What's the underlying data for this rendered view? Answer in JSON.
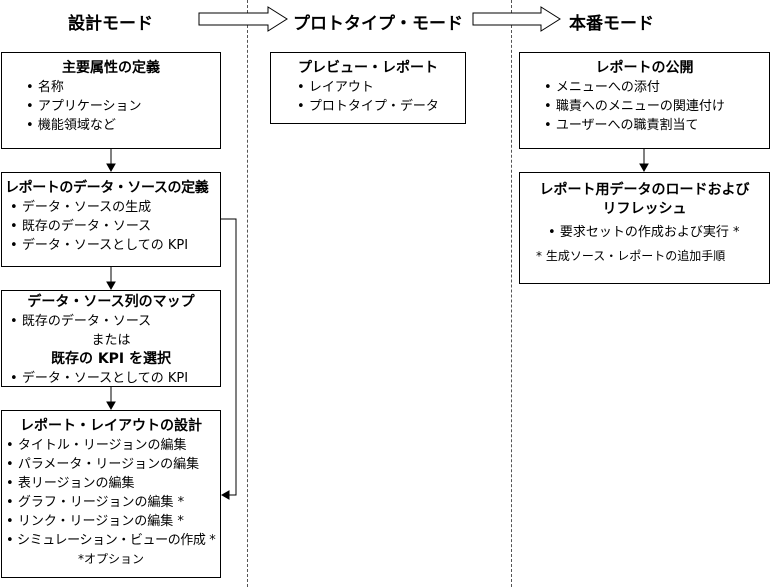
{
  "columns": {
    "design": {
      "heading": "設計モード"
    },
    "prototype": {
      "heading": "プロトタイプ・モード"
    },
    "production": {
      "heading": "本番モード"
    }
  },
  "design_boxes": [
    {
      "title": "主要属性の定義",
      "items": [
        "名称",
        "アプリケーション",
        "機能領域など"
      ]
    },
    {
      "title": "レポートのデータ・ソースの定義",
      "items": [
        "データ・ソースの生成",
        "既存のデータ・ソース",
        "データ・ソースとしての KPI"
      ]
    },
    {
      "title": "データ・ソース列のマップ",
      "item1": "既存のデータ・ソース",
      "or_text": "または",
      "bold_text": "既存の KPI を選択",
      "item2": "データ・ソースとしての KPI"
    },
    {
      "title": "レポート・レイアウトの設計",
      "items": [
        "タイトル・リージョンの編集",
        "パラメータ・リージョンの編集",
        "表リージョンの編集",
        "グラフ・リージョンの編集 *",
        "リンク・リージョンの編集 *",
        "シミュレーション・ビューの作成 *"
      ],
      "note": "*オプション"
    }
  ],
  "prototype_box": {
    "title": "プレビュー・レポート",
    "items": [
      "レイアウト",
      "プロトタイプ・データ"
    ]
  },
  "production_boxes": [
    {
      "title": "レポートの公開",
      "items": [
        "メニューへの添付",
        "職責へのメニューの関連付け",
        "ユーザーへの職責割当て"
      ]
    },
    {
      "title_line1": "レポート用データのロードおよび",
      "title_line2": "リフレッシュ",
      "items": [
        "要求セットの作成および実行 *"
      ],
      "note": "* 生成ソース・レポートの追加手順"
    }
  ]
}
